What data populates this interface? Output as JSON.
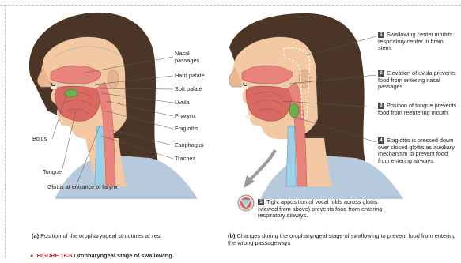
{
  "left_panel": {
    "labels": {
      "nasal_passages": "Nasal\npassages",
      "hard_palate": "Hard palate",
      "soft_palate": "Soft palate",
      "uvula": "Uvula",
      "pharynx": "Pharynx",
      "epiglottis": "Epiglottis",
      "esophagus": "Esophagus",
      "bolus": "Bolus",
      "tongue": "Tongue",
      "trachea": "Trachea",
      "glottis": "Glottis at entrance of larynx"
    },
    "caption_marker": "(a)",
    "caption": "Position of the oropharyngeal structures at rest"
  },
  "right_panel": {
    "steps": [
      {
        "num": "1",
        "text": "Swallowing center inhibits respiratory center in brain stem."
      },
      {
        "num": "2",
        "text": "Elevation of uvula prevents food from entering nasal passages."
      },
      {
        "num": "3",
        "text": "Position of tongue prevents food from reentering mouth."
      },
      {
        "num": "4",
        "text": "Epiglottis is pressed down over closed glottis as auxiliary mechanism to prevent food from entering airways."
      },
      {
        "num": "5",
        "text": "Tight apposition of vocal folds across glottis (viewed from above) prevents food from entering respiratory airways."
      }
    ],
    "caption_marker": "(b)",
    "caption": "Changes during the oropharyngeal stage of swallowing to prevent food from entering the wrong passageways"
  },
  "figure": {
    "number": "FIGURE 16-5",
    "title": "Oropharyngeal stage of swallowing."
  },
  "colors": {
    "skin": "#f2c9a2",
    "hair": "#4a3526",
    "tissue": "#e8847c",
    "airway": "#9bd0e6",
    "brain_line": "#8c8c8c",
    "accent_red": "#cc2a2a",
    "shirt": "#b7c9dc"
  }
}
